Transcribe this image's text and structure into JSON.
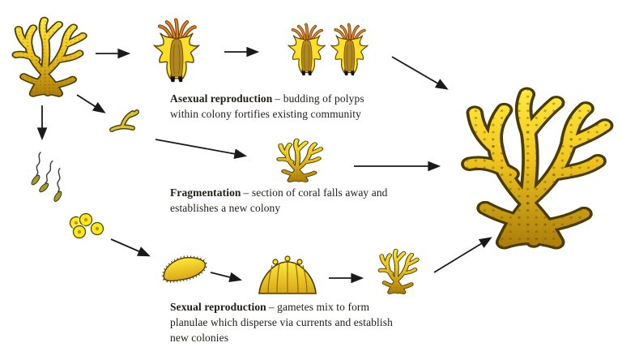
{
  "figure": {
    "background_color": "#ffffff",
    "captions": {
      "asexual": {
        "heading": "Asexual reproduction",
        "body": "– budding of polyps within colony fortifies existing community"
      },
      "fragmentation": {
        "heading": "Fragmentation",
        "body": "– section of coral falls away and establishes a new colony"
      },
      "sexual": {
        "heading": "Sexual reproduction",
        "body": "– gametes mix to form planulae which disperse via currents and establish new colonies"
      }
    },
    "illustrations": {
      "source_colony": "coral-colony-icon",
      "single_polyp": "coral-polyp-icon",
      "budded_polyps": "coral-polyp-pair-icon",
      "coral_fragment": "broken-fragment-icon",
      "fragment_colony": "small-coral-colony-icon",
      "sperm": "sperm-gametes-icon",
      "eggs": "egg-gametes-icon",
      "planula": "planula-larva-icon",
      "settled_polyp": "settled-polyp-dome-icon",
      "juvenile_colony": "juvenile-coral-colony-icon",
      "mature_colony": "mature-coral-colony-icon",
      "arrows": "flow-arrow-icon"
    },
    "colors": {
      "coral_yellow": "#FFE93B",
      "coral_gold": "#E8BC1C",
      "coral_olive": "#AD7F0B",
      "polyp_orange": "#E0812A",
      "polyp_body_yellow": "#FFDF2B",
      "outline": "#4A3B00",
      "arrow": "#1A1A1A",
      "text": "#201B14"
    }
  }
}
